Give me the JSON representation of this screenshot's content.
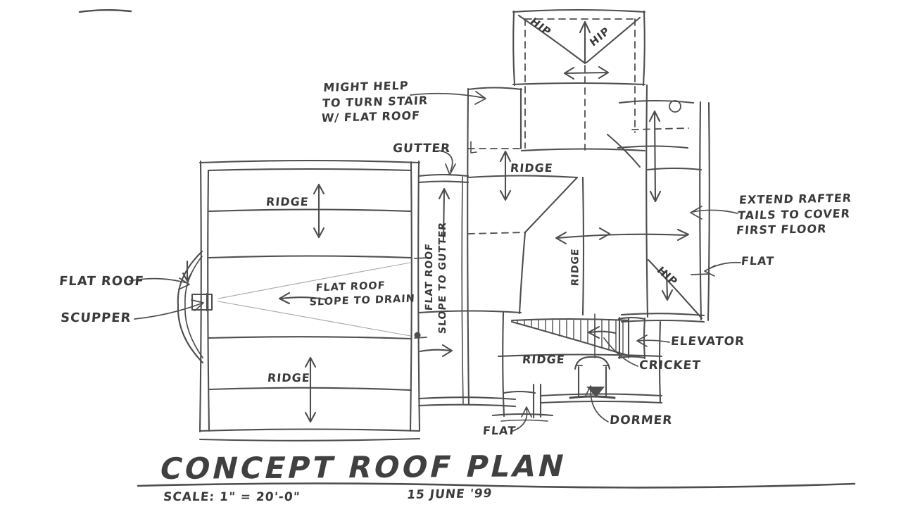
{
  "meta": {
    "drawing_type": "hand-drawn architectural sketch",
    "title": "CONCEPT ROOF PLAN",
    "scale": "SCALE: 1\" = 20'-0\"",
    "date": "15 JUNE '99"
  },
  "colors": {
    "ink": "#3c3c3c",
    "paper": "#ffffff"
  },
  "labels": {
    "might_help": [
      "MIGHT HELP",
      "TO TURN STAIR",
      "W/ FLAT ROOF"
    ],
    "gutter": "GUTTER",
    "ridge": "RIDGE",
    "hip": "HIP",
    "flat": "FLAT",
    "flat_roof": "FLAT ROOF",
    "scupper": "SCUPPER",
    "slope_drain": [
      "FLAT ROOF",
      "SLOPE TO DRAIN"
    ],
    "slope_gutter": [
      "FLAT ROOF",
      "SLOPE TO GUTTER"
    ],
    "extend_rafter": [
      "EXTEND RAFTER",
      "TAILS TO COVER",
      "FIRST FLOOR"
    ],
    "elevator": "ELEVATOR",
    "cricket": "CRICKET",
    "dormer": "DORMER"
  }
}
